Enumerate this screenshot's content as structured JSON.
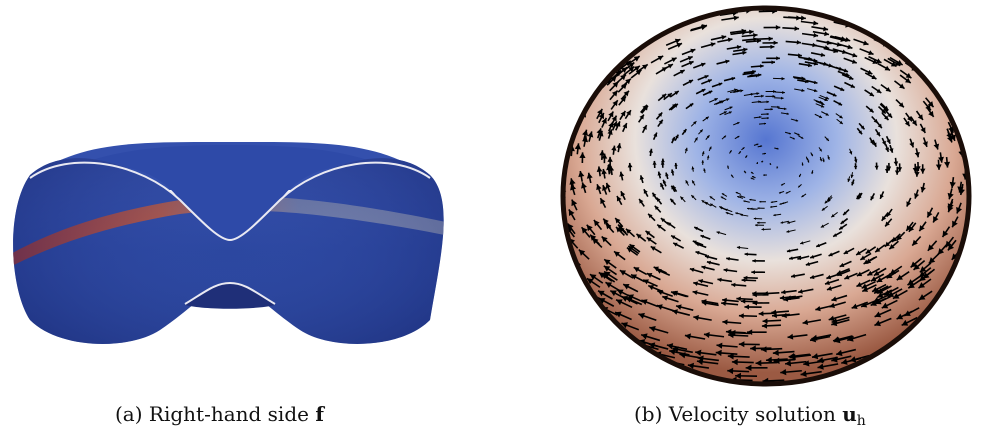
{
  "figure": {
    "panels": [
      {
        "caption_prefix": "(a) Right-hand side ",
        "caption_symbol": "f",
        "colors": {
          "surface": "#2f4aa6",
          "band": "#b33a26",
          "rim": "#e8e8f0"
        }
      },
      {
        "caption_prefix": "(b) Velocity solution ",
        "caption_symbol": "u",
        "caption_subscript": "h",
        "colors": {
          "center": "#5b7fd6",
          "mid": "#e8dcd6",
          "edge": "#9a5a44",
          "arrows": "#000000"
        }
      }
    ]
  }
}
